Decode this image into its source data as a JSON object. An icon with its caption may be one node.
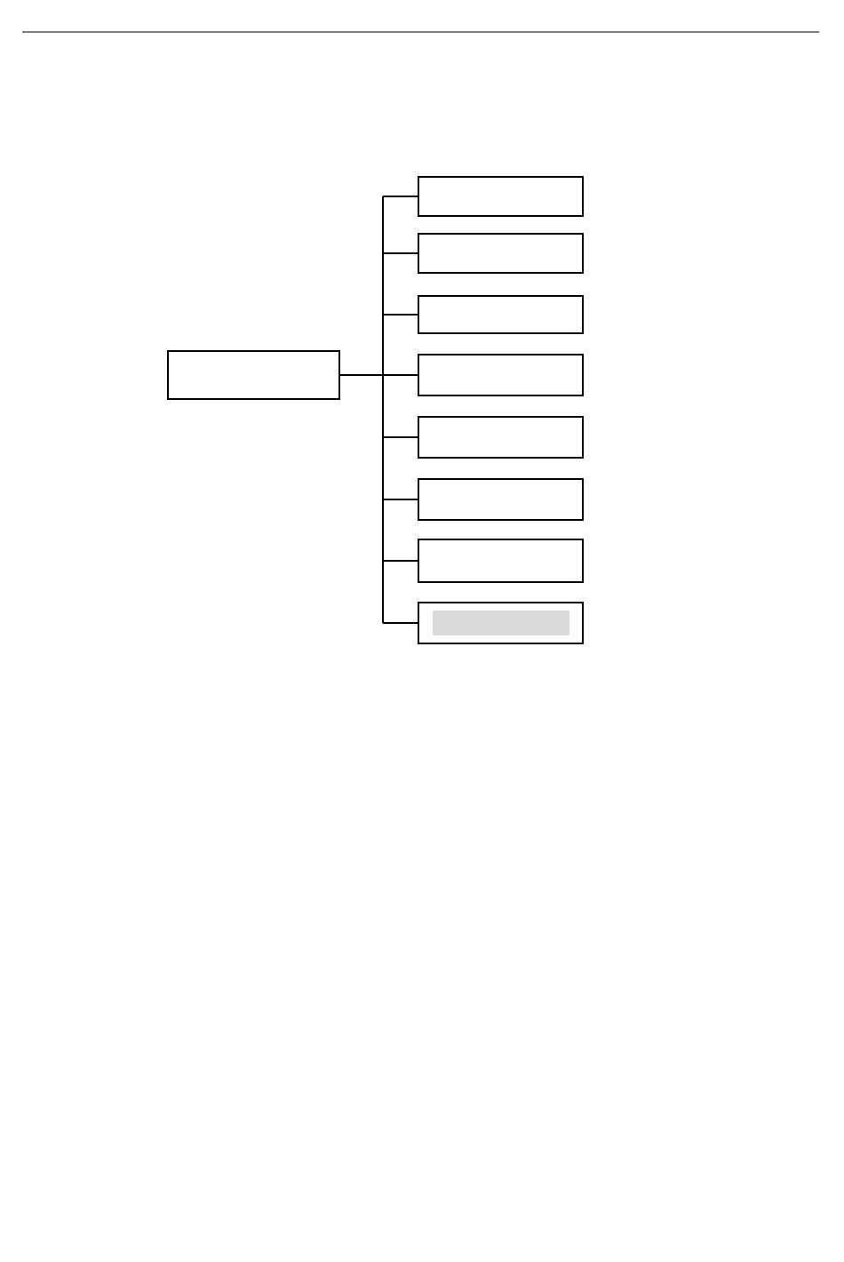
{
  "diagram": {
    "nodes": [
      {
        "text": [],
        "shape": "box"
      },
      {
        "text": [],
        "shape": "box"
      },
      {
        "text": [],
        "shape": "box"
      },
      {
        "text": [],
        "shape": "box"
      },
      {
        "text": [],
        "shape": "box"
      },
      {
        "text": [],
        "shape": "box"
      },
      {
        "text": [],
        "shape": "box"
      },
      {
        "text": [],
        "shape": "box"
      },
      {
        "text": [],
        "shape": "box"
      },
      {
        "text": [],
        "shape": "bar",
        "in": 8
      }
    ],
    "edges": [
      {
        "from": 0,
        "to": 1,
        "arrow": "none"
      },
      {
        "from": 0,
        "to": 2,
        "arrow": "none"
      },
      {
        "from": 0,
        "to": 3,
        "arrow": "none"
      },
      {
        "from": 0,
        "to": 4,
        "arrow": "none"
      },
      {
        "from": 0,
        "to": 5,
        "arrow": "none"
      },
      {
        "from": 0,
        "to": 6,
        "arrow": "none"
      },
      {
        "from": 0,
        "to": 7,
        "arrow": "none"
      },
      {
        "from": 0,
        "to": 8,
        "arrow": "none"
      }
    ]
  }
}
